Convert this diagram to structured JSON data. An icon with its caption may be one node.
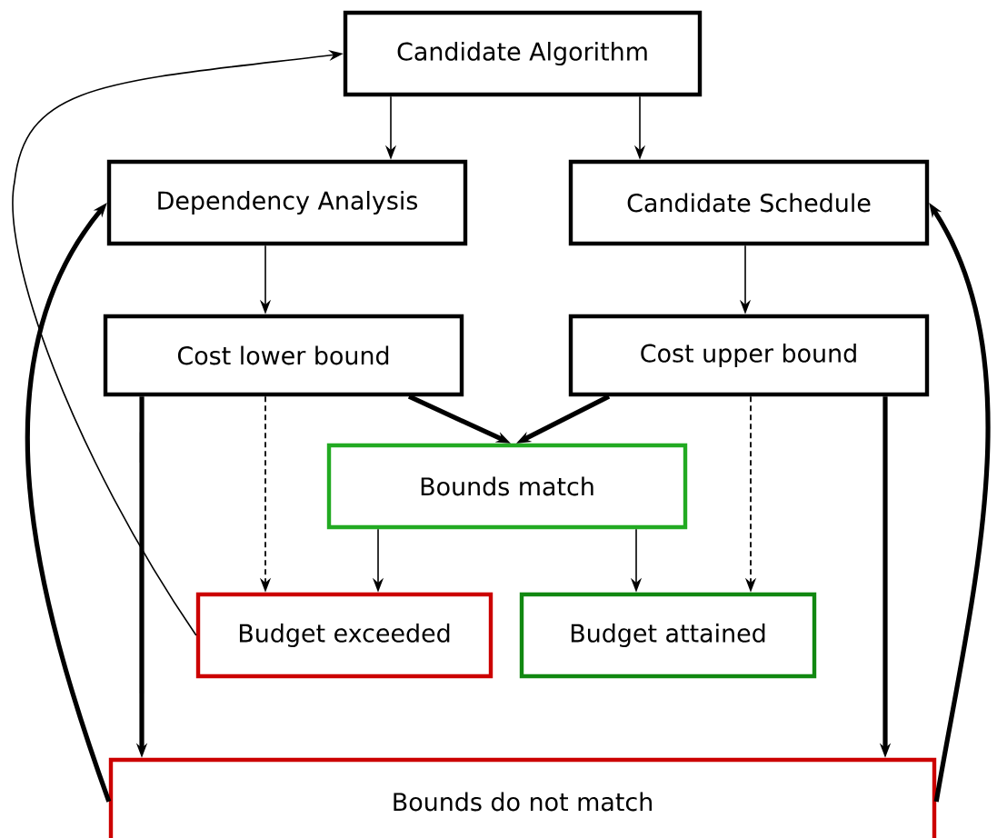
{
  "diagram": {
    "nodes": [
      {
        "text": [
          "Candidate Algorithm"
        ]
      },
      {
        "text": [
          "Dependency Analysis"
        ]
      },
      {
        "text": [
          "Candidate Schedule"
        ]
      },
      {
        "text": [
          "Cost lower bound"
        ]
      },
      {
        "text": [
          "Cost upper bound"
        ]
      },
      {
        "text": [
          "Bounds match"
        ]
      },
      {
        "text": [
          "Budget exceeded"
        ]
      },
      {
        "text": [
          "Budget attained"
        ]
      },
      {
        "text": [
          "Bounds do not match"
        ]
      }
    ],
    "edges": [
      {
        "from": 0,
        "to": 1,
        "arrow": "to"
      },
      {
        "from": 0,
        "to": 2,
        "arrow": "to"
      },
      {
        "from": 1,
        "to": 3,
        "arrow": "to"
      },
      {
        "from": 2,
        "to": 4,
        "arrow": "to"
      },
      {
        "from": 3,
        "to": 5,
        "arrow": "to",
        "style": "thick"
      },
      {
        "from": 4,
        "to": 5,
        "arrow": "to",
        "style": "thick"
      },
      {
        "from": 3,
        "to": 6,
        "arrow": "to",
        "style": "dashed"
      },
      {
        "from": 4,
        "to": 7,
        "arrow": "to",
        "style": "dashed"
      },
      {
        "from": 5,
        "to": 6,
        "arrow": "to"
      },
      {
        "from": 5,
        "to": 7,
        "arrow": "to"
      },
      {
        "from": 3,
        "to": 8,
        "arrow": "to",
        "style": "thick"
      },
      {
        "from": 4,
        "to": 8,
        "arrow": "to",
        "style": "thick"
      },
      {
        "from": 8,
        "to": 1,
        "arrow": "to",
        "style": "thick"
      },
      {
        "from": 8,
        "to": 2,
        "arrow": "to",
        "style": "thick"
      },
      {
        "from": 6,
        "to": 0,
        "arrow": "to"
      }
    ]
  }
}
